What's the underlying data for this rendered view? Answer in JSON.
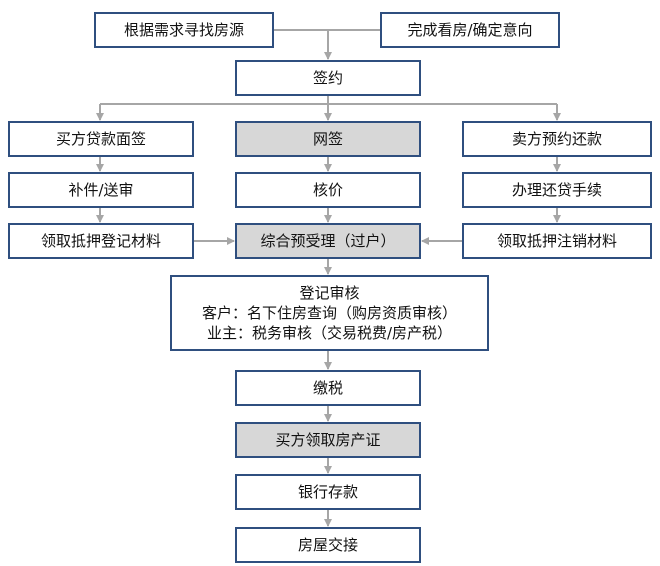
{
  "colors": {
    "border": "#2f4f7f",
    "arrow": "#a6a6a6",
    "highlight_fill": "#d7d7d7",
    "box_fill": "#ffffff"
  },
  "chart_data": {
    "type": "diagram",
    "nodes": {
      "find_source": "根据需求寻找房源",
      "viewing": "完成看房/确定意向",
      "sign": "签约",
      "buyer_loan": "买方贷款面签",
      "online_sign": "网签",
      "seller_repay": "卖方预约还款",
      "supplement": "补件/送审",
      "valuation": "核价",
      "repay_procedure": "办理还贷手续",
      "collect_mortgage_reg": "领取抵押登记材料",
      "transfer": "综合预受理（过户）",
      "collect_mortgage_cancel": "领取抵押注销材料",
      "review_title": "登记审核",
      "review_customer": "客户：名下住房查询（购房资质审核）",
      "review_owner": "业主：税务审核（交易税费/房产税）",
      "tax": "缴税",
      "certificate": "买方领取房产证",
      "bank_deposit": "银行存款",
      "handover": "房屋交接"
    },
    "edges": [
      [
        "find_source",
        "sign"
      ],
      [
        "viewing",
        "sign"
      ],
      [
        "sign",
        "buyer_loan"
      ],
      [
        "sign",
        "online_sign"
      ],
      [
        "sign",
        "seller_repay"
      ],
      [
        "buyer_loan",
        "supplement"
      ],
      [
        "supplement",
        "collect_mortgage_reg"
      ],
      [
        "collect_mortgage_reg",
        "transfer"
      ],
      [
        "online_sign",
        "valuation"
      ],
      [
        "valuation",
        "transfer"
      ],
      [
        "seller_repay",
        "repay_procedure"
      ],
      [
        "repay_procedure",
        "collect_mortgage_cancel"
      ],
      [
        "collect_mortgage_cancel",
        "transfer"
      ],
      [
        "transfer",
        "review_title"
      ],
      [
        "review_title",
        "tax"
      ],
      [
        "tax",
        "certificate"
      ],
      [
        "certificate",
        "bank_deposit"
      ],
      [
        "bank_deposit",
        "handover"
      ]
    ]
  }
}
